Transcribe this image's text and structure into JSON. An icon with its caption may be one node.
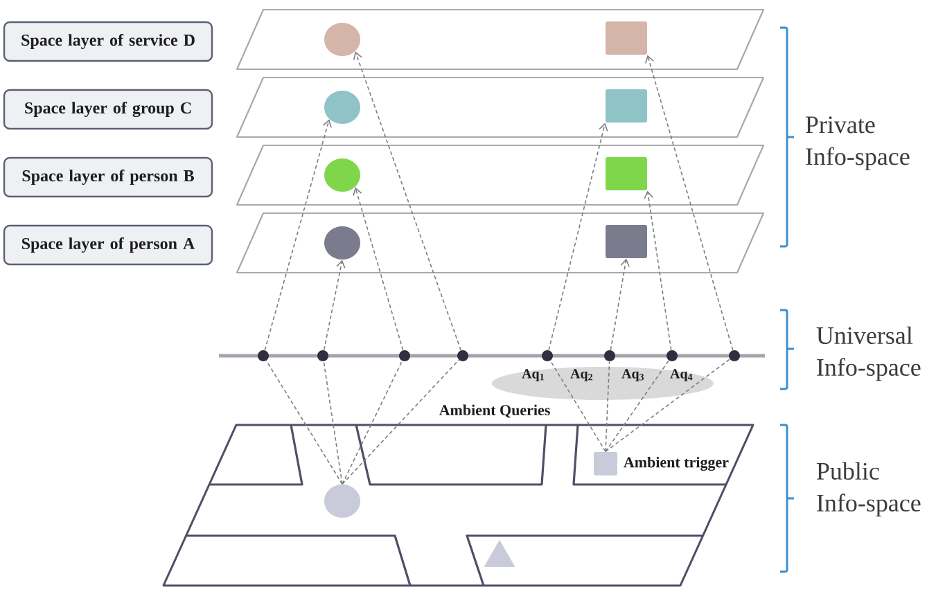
{
  "diagram": {
    "nodes": [
      {
        "text": [
          "Space layer of service D"
        ]
      },
      {
        "text": [],
        "shape": "parallelogram"
      },
      {
        "text": [],
        "shape": "circle",
        "in": 1
      },
      {
        "text": [],
        "shape": "square",
        "in": 1
      },
      {
        "text": [
          "Space layer of group C"
        ]
      },
      {
        "text": [],
        "shape": "parallelogram"
      },
      {
        "text": [],
        "shape": "circle",
        "in": 5
      },
      {
        "text": [],
        "shape": "square",
        "in": 5
      },
      {
        "text": [
          "Space layer of person B"
        ]
      },
      {
        "text": [],
        "shape": "parallelogram"
      },
      {
        "text": [],
        "shape": "circle",
        "in": 9
      },
      {
        "text": [],
        "shape": "square",
        "in": 9
      },
      {
        "text": [
          "Space layer of person A"
        ]
      },
      {
        "text": [],
        "shape": "parallelogram"
      },
      {
        "text": [],
        "shape": "circle",
        "in": 13
      },
      {
        "text": [],
        "shape": "square",
        "in": 13
      },
      {
        "text": [],
        "shape": "dot"
      },
      {
        "text": [],
        "shape": "dot"
      },
      {
        "text": [],
        "shape": "dot"
      },
      {
        "text": [],
        "shape": "dot"
      },
      {
        "text": [],
        "shape": "dot"
      },
      {
        "text": [],
        "shape": "dot"
      },
      {
        "text": [],
        "shape": "dot"
      },
      {
        "text": [],
        "shape": "dot"
      },
      {
        "text": [],
        "shape": "parallelogram"
      },
      {
        "text": [],
        "shape": "square",
        "in": 24,
        "beside": [
          "Ambient trigger"
        ]
      },
      {
        "text": [],
        "shape": "circle",
        "in": 24
      },
      {
        "text": [],
        "shape": "triangle",
        "in": 24
      }
    ],
    "edges": [
      {
        "from": 26,
        "to": 16,
        "arrow": "none",
        "style": "dashed"
      },
      {
        "from": 26,
        "to": 17,
        "arrow": "none",
        "style": "dashed"
      },
      {
        "from": 26,
        "to": 18,
        "arrow": "none",
        "style": "dashed"
      },
      {
        "from": 26,
        "to": 19,
        "arrow": "none",
        "style": "dashed"
      },
      {
        "from": 16,
        "to": 6,
        "arrow": "to",
        "style": "dashed"
      },
      {
        "from": 17,
        "to": 14,
        "arrow": "to",
        "style": "dashed"
      },
      {
        "from": 18,
        "to": 10,
        "arrow": "to",
        "style": "dashed"
      },
      {
        "from": 19,
        "to": 2,
        "arrow": "to",
        "style": "dashed"
      },
      {
        "from": 25,
        "to": 20,
        "arrow": "none",
        "style": "dashed"
      },
      {
        "from": 25,
        "to": 21,
        "arrow": "none",
        "style": "dashed"
      },
      {
        "from": 25,
        "to": 22,
        "arrow": "none",
        "style": "dashed"
      },
      {
        "from": 25,
        "to": 23,
        "arrow": "none",
        "style": "dashed"
      },
      {
        "from": 20,
        "to": 7,
        "arrow": "to",
        "style": "dashed"
      },
      {
        "from": 21,
        "to": 15,
        "arrow": "to",
        "style": "dashed"
      },
      {
        "from": 22,
        "to": 11,
        "arrow": "to",
        "style": "dashed"
      },
      {
        "from": 23,
        "to": 3,
        "arrow": "to",
        "style": "dashed"
      }
    ],
    "labels": [
      "Private Info-space",
      "Universal Info-space",
      "Aq$_{1}$",
      "Aq$_{2}$",
      "Aq$_{3}$",
      "Aq$_{4}$",
      "Ambient Queries",
      "Public Info-space"
    ]
  }
}
